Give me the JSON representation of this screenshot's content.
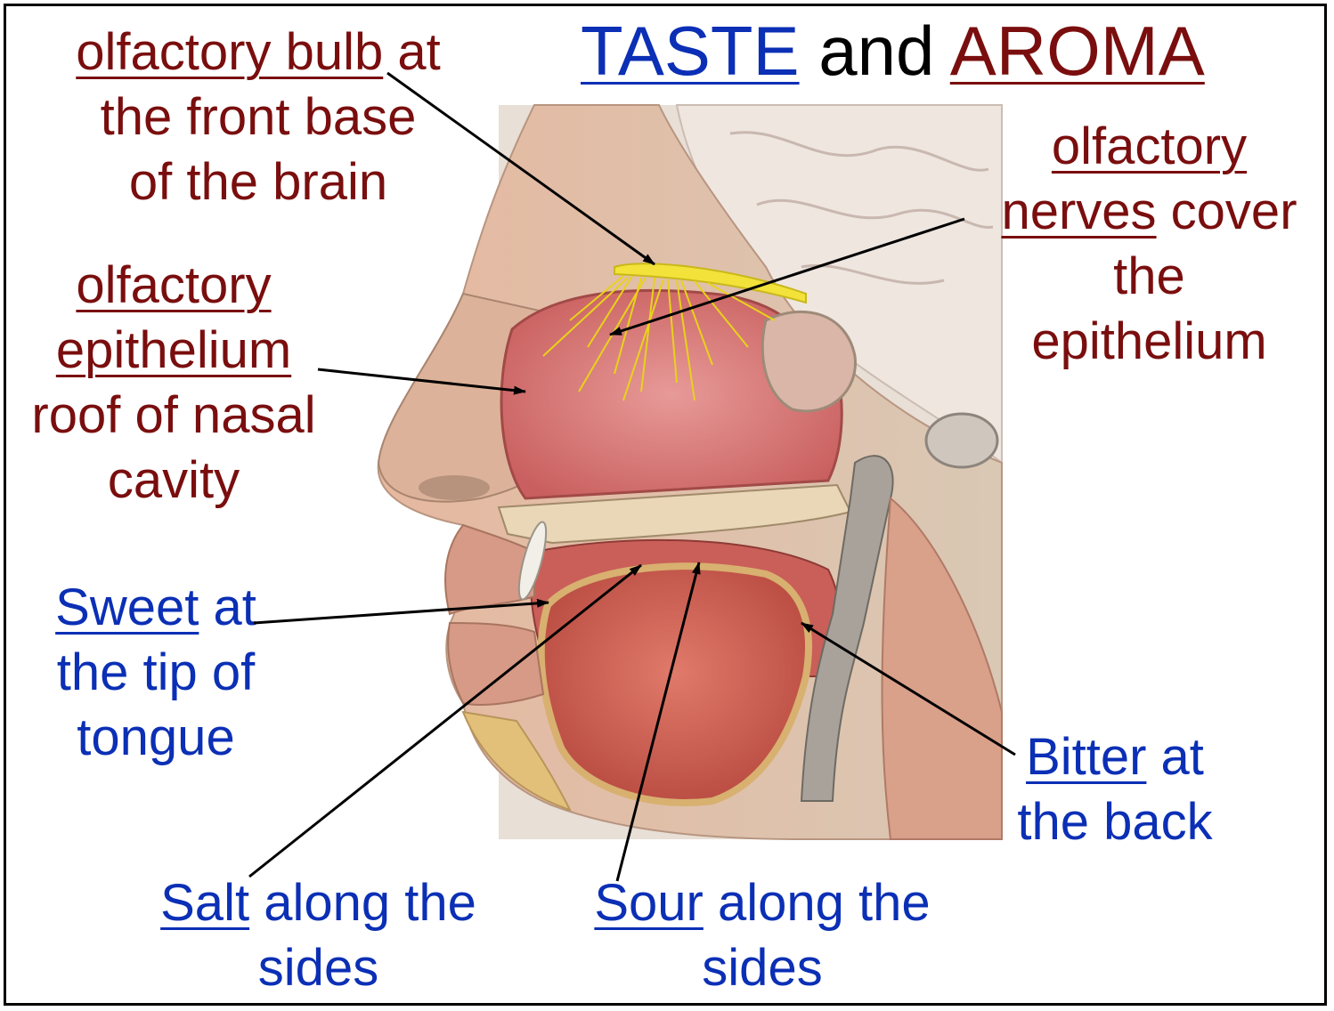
{
  "title": {
    "part1": "TASTE",
    "part2": " and ",
    "part3": "AROMA"
  },
  "labels": {
    "bulb": {
      "u": "olfactory bulb",
      "rest": " at",
      "line2": "the front base",
      "line3": "of the brain"
    },
    "nerves": {
      "line1": "olfactory",
      "u": "nerves",
      "rest": " cover",
      "line3": "the",
      "line4": "epithelium"
    },
    "epithelium": {
      "line1": "olfactory",
      "line2": "epithelium",
      "line3": "roof of nasal",
      "line4": "cavity"
    },
    "sweet": {
      "u": "Sweet",
      "rest": " at",
      "line2": "the tip of",
      "line3": "tongue"
    },
    "salt": {
      "u": "Salt",
      "rest": " along the",
      "line2": "sides"
    },
    "sour": {
      "u": "Sour",
      "rest": " along the",
      "line2": "sides"
    },
    "bitter": {
      "u": "Bitter",
      "rest": " at",
      "line2": "the back"
    }
  },
  "colors": {
    "aroma_labels": "#7a0e0e",
    "taste_labels": "#0b2fb5",
    "nerve_yellow": "#e8d21a",
    "tissue_pink": "#d98080"
  }
}
